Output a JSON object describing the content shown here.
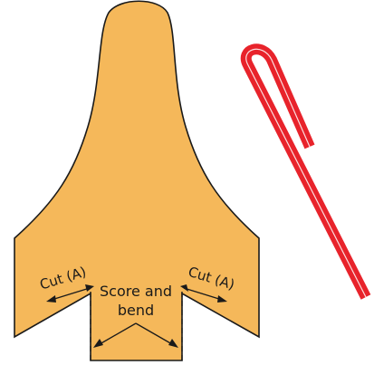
{
  "labels": {
    "cut_left": "Cut (A)",
    "cut_right": "Cut (A)",
    "score_line1": "Score and",
    "score_line2": "bend"
  },
  "colors": {
    "body_fill": "#f5b85a",
    "outline": "#1a1a1a",
    "straw": "#e8232b",
    "background": "#ffffff"
  }
}
